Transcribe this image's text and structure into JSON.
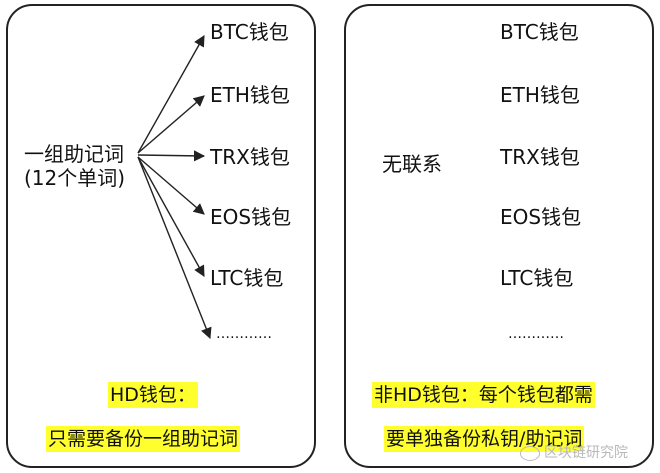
{
  "left": {
    "source_line1": "一组助记词",
    "source_line2": "(12个单词)",
    "wallets": [
      "BTC钱包",
      "ETH钱包",
      "TRX钱包",
      "EOS钱包",
      "LTC钱包",
      "…………"
    ],
    "caption_line1": "HD钱包：",
    "caption_line2": "只需要备份一组助记词"
  },
  "right": {
    "no_relation": "无联系",
    "wallets": [
      "BTC钱包",
      "ETH钱包",
      "TRX钱包",
      "EOS钱包",
      "LTC钱包",
      "…………"
    ],
    "caption_line1": "非HD钱包：每个钱包都需",
    "caption_line2": "要单独备份私钥/助记词"
  },
  "watermark": "区块链研究院",
  "colors": {
    "highlight": "#ffff2e",
    "border": "#222222"
  }
}
